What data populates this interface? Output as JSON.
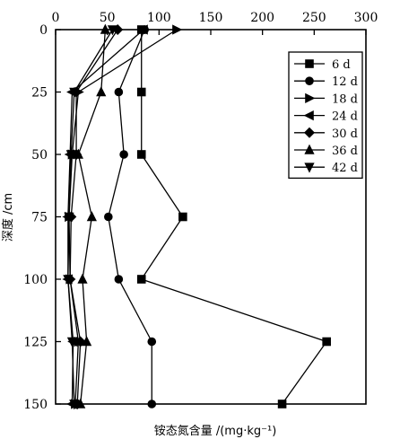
{
  "chart_data": {
    "type": "line",
    "orientation": "vertical-profile",
    "xlabel": "铵态氮含量 /(mg·kg⁻¹)",
    "ylabel": "深度 /cm",
    "xlim": [
      0,
      300
    ],
    "ylim": [
      0,
      150
    ],
    "y_inverted": true,
    "x_axis_position": "top",
    "x_ticks": [
      0,
      50,
      100,
      150,
      200,
      250,
      300
    ],
    "y_ticks": [
      0,
      25,
      50,
      75,
      100,
      125,
      150
    ],
    "depths": [
      0,
      25,
      50,
      75,
      100,
      125,
      150
    ],
    "legend_position": "top-right",
    "grid": false,
    "series": [
      {
        "name": "6 d",
        "marker": "square",
        "values": [
          83,
          83,
          83,
          123,
          83,
          262,
          219
        ]
      },
      {
        "name": "12 d",
        "marker": "circle",
        "values": [
          86,
          61,
          66,
          51,
          61,
          93,
          93
        ]
      },
      {
        "name": "18 d",
        "marker": "triangle-right",
        "values": [
          117,
          22,
          16,
          13,
          14,
          22,
          19
        ]
      },
      {
        "name": "24 d",
        "marker": "triangle-left",
        "values": [
          85,
          16,
          14,
          12,
          12,
          17,
          16
        ]
      },
      {
        "name": "30 d",
        "marker": "diamond",
        "values": [
          60,
          20,
          20,
          15,
          14,
          24,
          21
        ]
      },
      {
        "name": "36 d",
        "marker": "triangle-up",
        "values": [
          48,
          44,
          22,
          35,
          26,
          30,
          24
        ]
      },
      {
        "name": "42 d",
        "marker": "triangle-down",
        "values": [
          55,
          18,
          15,
          13,
          12,
          16,
          18
        ]
      }
    ]
  }
}
